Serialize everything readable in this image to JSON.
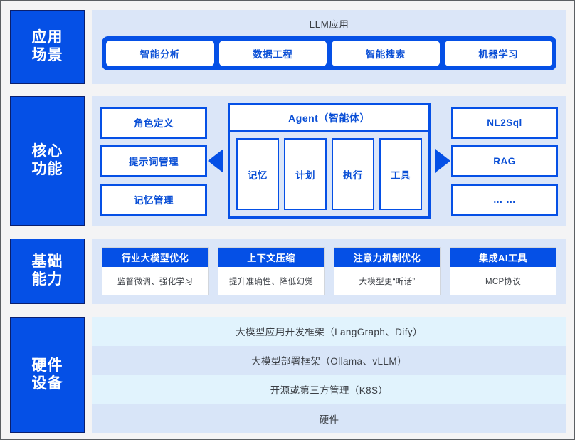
{
  "tiers": {
    "apps": {
      "label_line1": "应用",
      "label_line2": "场景",
      "title": "LLM应用",
      "chips": [
        {
          "label": "智能分析"
        },
        {
          "label": "数据工程"
        },
        {
          "label": "智能搜索"
        },
        {
          "label": "机器学习"
        }
      ]
    },
    "core": {
      "label_line1": "核心",
      "label_line2": "功能",
      "left_boxes": [
        {
          "label": "角色定义"
        },
        {
          "label": "提示词管理"
        },
        {
          "label": "记忆管理"
        }
      ],
      "agent_title": "Agent（智能体）",
      "agent_parts": [
        {
          "label": "记忆"
        },
        {
          "label": "计划"
        },
        {
          "label": "执行"
        },
        {
          "label": "工具"
        }
      ],
      "right_boxes": [
        {
          "label": "NL2Sql"
        },
        {
          "label": "RAG"
        },
        {
          "label": "… …"
        }
      ],
      "arrow_left": "arrow-left-icon",
      "arrow_right": "arrow-right-icon"
    },
    "base": {
      "label_line1": "基础",
      "label_line2": "能力",
      "cards": [
        {
          "title": "行业大模型优化",
          "subtitle": "监督微调、强化学习"
        },
        {
          "title": "上下文压缩",
          "subtitle": "提升准确性、降低幻觉"
        },
        {
          "title": "注意力机制优化",
          "subtitle": "大模型更“听话”"
        },
        {
          "title": "集成AI工具",
          "subtitle": "MCP协议"
        }
      ]
    },
    "infra": {
      "label_line1": "硬件",
      "label_line2": "设备",
      "rows": [
        {
          "label": "大模型应用开发框架（LangGraph、Dify）"
        },
        {
          "label": "大模型部署框架（Ollama、vLLM）"
        },
        {
          "label": "开源或第三方管理（K8S）"
        },
        {
          "label": "硬件"
        }
      ]
    }
  },
  "colors": {
    "brand_blue": "#0550e6",
    "panel_blue": "#dbe6f8",
    "row_light": "#e1f3fd",
    "row_dark": "#d8e5f8",
    "page_bg": "#f4f4f5",
    "text_dark": "#3b3f45"
  }
}
